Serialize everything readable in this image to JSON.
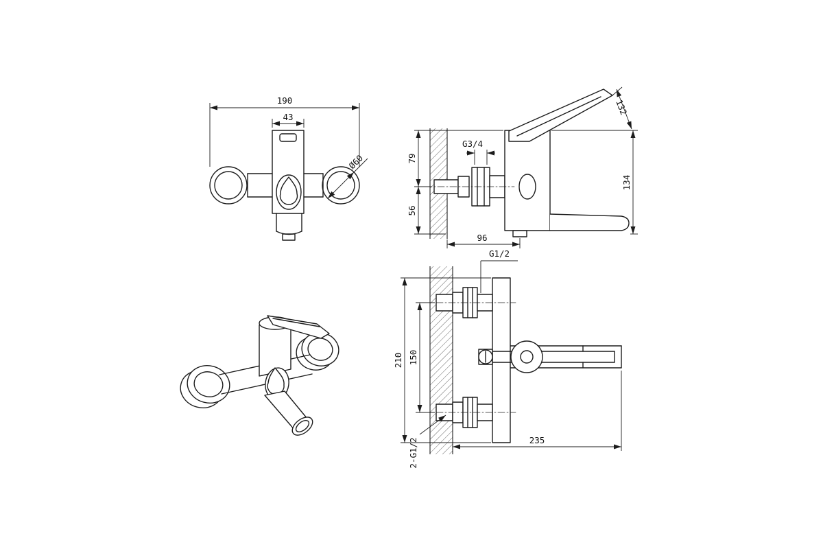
{
  "views": {
    "front": {
      "width": "190",
      "spout_width": "43",
      "escutcheon_diameter": "Ø60"
    },
    "side": {
      "upper_height": "79",
      "lower_height": "56",
      "spout_reach": "96",
      "total_height": "134",
      "handle_length": "132",
      "inlet_thread": "G3/4"
    },
    "back": {
      "total_span": "210",
      "inlet_spacing": "150",
      "total_width": "235",
      "outlet_thread": "G1/2",
      "inlet_threads": "2-G1/2"
    }
  },
  "colors": {
    "line": "#1c1c1c",
    "background": "#ffffff"
  }
}
